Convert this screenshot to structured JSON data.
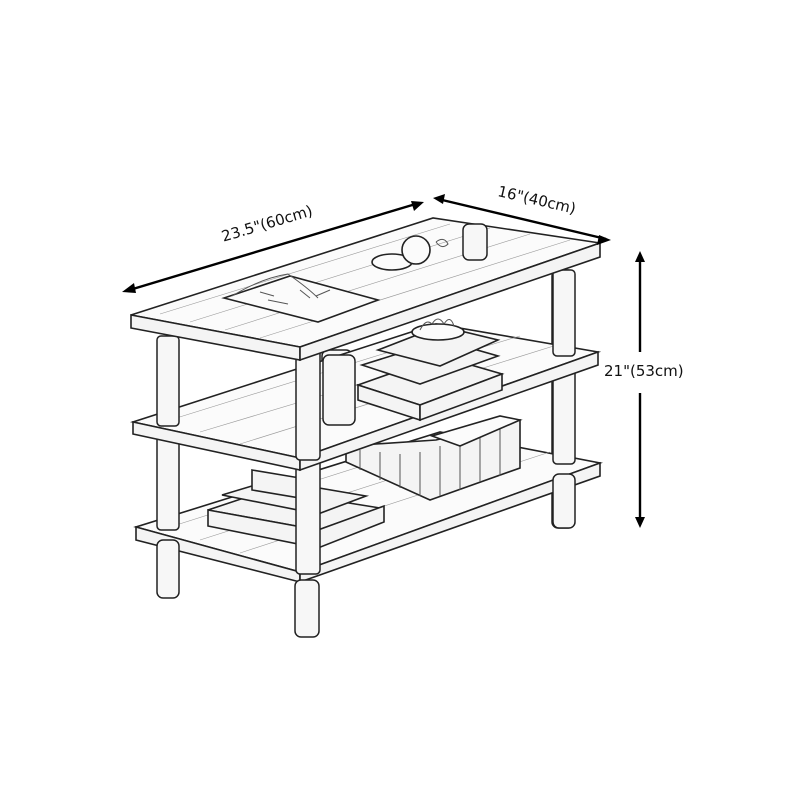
{
  "diagram": {
    "subject": "three-tier wooden shelf / side table line drawing",
    "dimensions": {
      "width": {
        "label": "23.5\"(60cm)",
        "inches": 23.5,
        "cm": 60
      },
      "depth": {
        "label": "16\"(40cm)",
        "inches": 16,
        "cm": 40
      },
      "height": {
        "label": "21\"(53cm)",
        "inches": 21,
        "cm": 53
      }
    },
    "tiers": 3,
    "items_on_shelves": {
      "top": [
        "open magazine",
        "fruit bowl",
        "cup"
      ],
      "middle": [
        "stack of books with bowl",
        "cylindrical vase"
      ],
      "bottom": [
        "stack of books",
        "woven basket"
      ]
    },
    "colors": {
      "line": "#1a1a1a",
      "background": "#ffffff"
    }
  }
}
